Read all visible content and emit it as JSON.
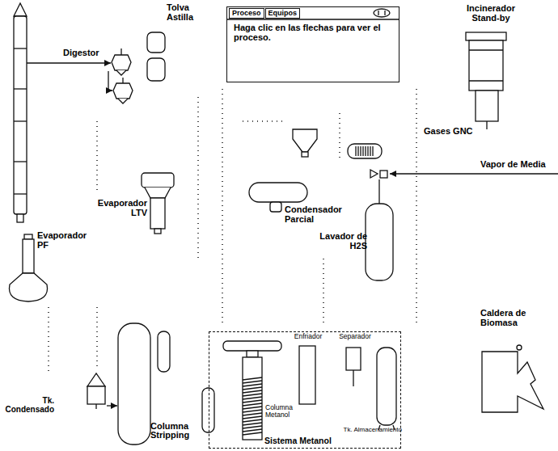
{
  "diagram": {
    "nodes": [
      {
        "text": [
          "Tolva Astilla"
        ]
      },
      {
        "text": [
          "Digestor"
        ]
      },
      {
        "text": [
          "Haga clic en las flechas para ver el proceso."
        ]
      },
      {
        "text": [
          "Proceso"
        ],
        "in": 2
      },
      {
        "text": [
          "Equipos"
        ],
        "in": 2
      },
      {
        "text": [
          "Incinerador Stand-by"
        ]
      },
      {
        "text": [
          "Evaporador LTV"
        ]
      },
      {
        "text": [
          "Condensador Parcial"
        ]
      },
      {
        "text": [
          "Lavador de H2S"
        ]
      },
      {
        "text": [
          "Evaporador PF"
        ]
      },
      {
        "text": [
          "Caldera de Biomasa"
        ]
      },
      {
        "text": [
          "Tk. Condensado"
        ]
      },
      {
        "text": [
          "Columna Stripping"
        ]
      },
      {
        "text": [
          "Sistema Metanol"
        ]
      },
      {
        "text": [
          "Enfriador"
        ],
        "in": 13
      },
      {
        "text": [
          "Separador"
        ],
        "in": 13
      },
      {
        "text": [
          "Columna Metanol"
        ],
        "in": 13
      },
      {
        "text": [
          "Tk. Almacenamiento"
        ],
        "in": 13
      }
    ],
    "edges": [
      {
        "from": 11,
        "to": 12,
        "arrow": "to"
      }
    ],
    "labels": [
      "Gases GNC",
      "Vapor de Media"
    ]
  }
}
